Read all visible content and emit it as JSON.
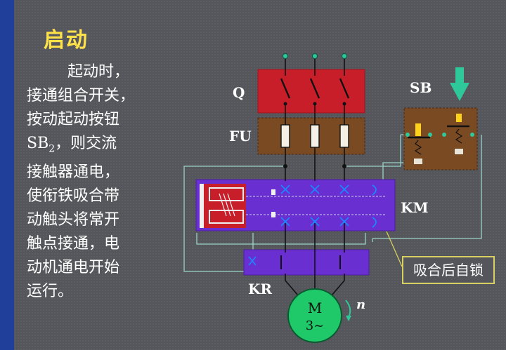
{
  "title": "启动",
  "body_lines": [
    "起动时，",
    "接通组合开关，",
    "按动起动按钮",
    "SB",
    "2",
    "，则交流",
    "接触器通电，",
    "使衔铁吸合带",
    "动触头将常开",
    "触点接通，电",
    "动机通电开始",
    "运行。"
  ],
  "labels": {
    "q": "Q",
    "fu": "FU",
    "sb": "SB",
    "km": "KM",
    "kr": "KR",
    "motor_line1": "M",
    "motor_line2": "3~",
    "rotation": "n"
  },
  "callout": "吸合后自锁",
  "colors": {
    "background": "#55565b",
    "sidebar": "#1f3f9a",
    "title": "#ffe24a",
    "switch_box": "#c81e2a",
    "fuse_box": "#7a4a22",
    "contactor_box": "#6a2fd0",
    "motor": "#1fc868",
    "wire": "#111111",
    "control_wire": "#9ad2c8",
    "arrow": "#2fc89a"
  }
}
